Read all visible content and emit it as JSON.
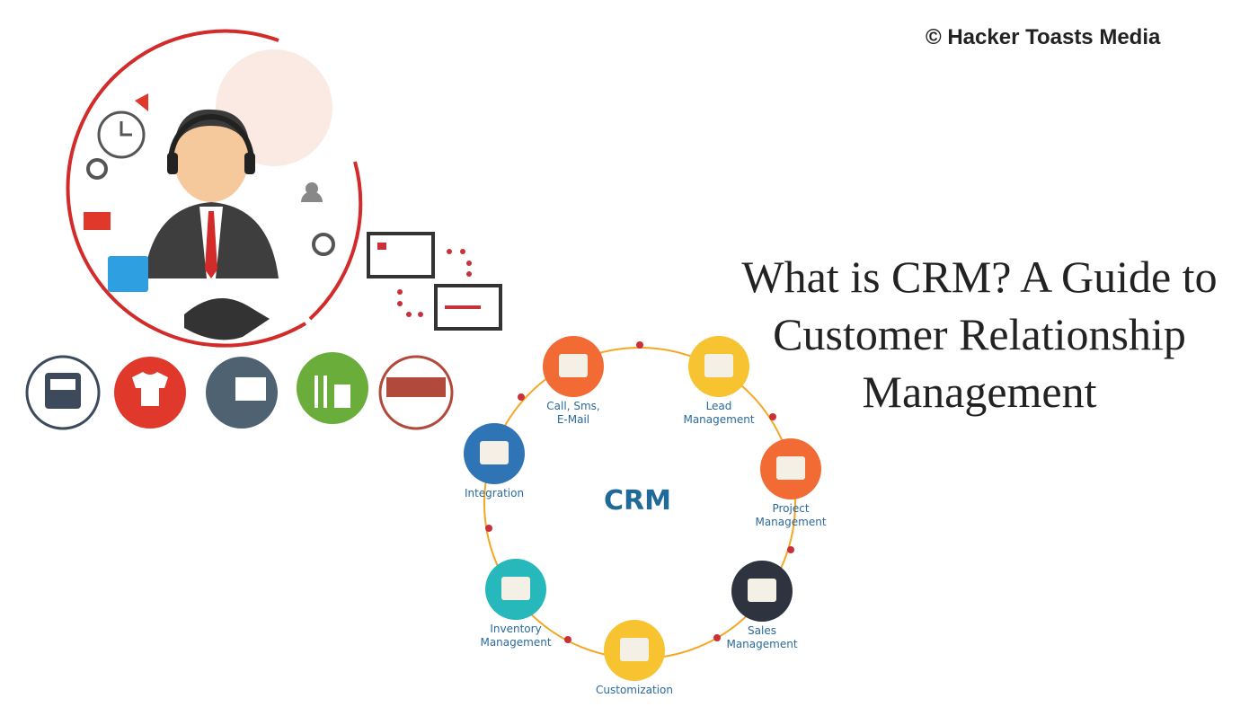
{
  "copyright": "© Hacker Toasts Media",
  "title": {
    "line1": "What is CRM? A Guide to",
    "line2": "Customer Relationship",
    "line3": "Management"
  },
  "diagram": {
    "center": "CRM",
    "nodes": [
      {
        "label1": "Call, Sms,",
        "label2": "E-Mail",
        "icon": "chat-icon",
        "color": "#f26a34"
      },
      {
        "label1": "Lead",
        "label2": "Management",
        "icon": "presentation-icon",
        "color": "#f7c331"
      },
      {
        "label1": "Project",
        "label2": "Management",
        "icon": "folders-icon",
        "color": "#f26a34"
      },
      {
        "label1": "Sales",
        "label2": "Management",
        "icon": "monitor-dollar-icon",
        "color": "#2d3440"
      },
      {
        "label1": "Customization",
        "label2": "",
        "icon": "tools-icon",
        "color": "#f7c331"
      },
      {
        "label1": "Inventory",
        "label2": "Management",
        "icon": "clipboard-icon",
        "color": "#27b8bc"
      },
      {
        "label1": "Integration",
        "label2": "",
        "icon": "puzzle-icon",
        "color": "#2f74b5"
      }
    ],
    "ring_color": "#f5a623",
    "arrow_color": "#c8313a"
  }
}
